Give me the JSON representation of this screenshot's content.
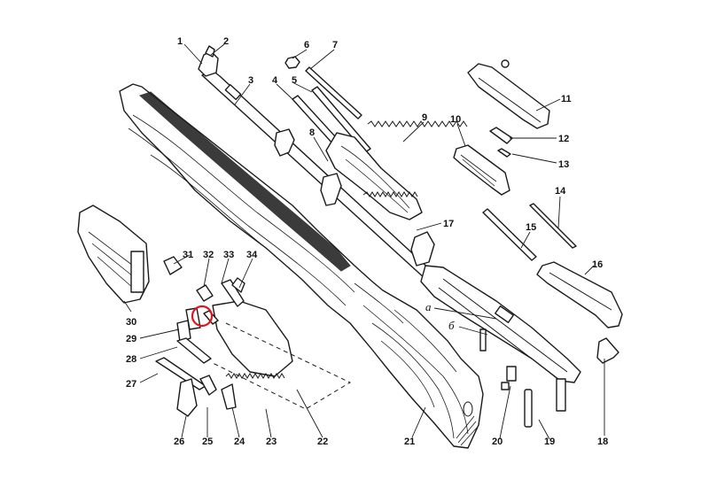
{
  "labels": [
    {
      "id": "1",
      "text": "1"
    },
    {
      "id": "2",
      "text": "2"
    },
    {
      "id": "3",
      "text": "3"
    },
    {
      "id": "4",
      "text": "4"
    },
    {
      "id": "5",
      "text": "5"
    },
    {
      "id": "6",
      "text": "6"
    },
    {
      "id": "7",
      "text": "7"
    },
    {
      "id": "8",
      "text": "8"
    },
    {
      "id": "9",
      "text": "9"
    },
    {
      "id": "10",
      "text": "10"
    },
    {
      "id": "11",
      "text": "11"
    },
    {
      "id": "12",
      "text": "12"
    },
    {
      "id": "13",
      "text": "13"
    },
    {
      "id": "14",
      "text": "14"
    },
    {
      "id": "15",
      "text": "15"
    },
    {
      "id": "16",
      "text": "16"
    },
    {
      "id": "17",
      "text": "17"
    },
    {
      "id": "18",
      "text": "18"
    },
    {
      "id": "19",
      "text": "19"
    },
    {
      "id": "20",
      "text": "20"
    },
    {
      "id": "21",
      "text": "21"
    },
    {
      "id": "22",
      "text": "22"
    },
    {
      "id": "23",
      "text": "23"
    },
    {
      "id": "24",
      "text": "24"
    },
    {
      "id": "25",
      "text": "25"
    },
    {
      "id": "26",
      "text": "26"
    },
    {
      "id": "27",
      "text": "27"
    },
    {
      "id": "28",
      "text": "28"
    },
    {
      "id": "29",
      "text": "29"
    },
    {
      "id": "30",
      "text": "30"
    },
    {
      "id": "31",
      "text": "31"
    },
    {
      "id": "32",
      "text": "32"
    },
    {
      "id": "33",
      "text": "33"
    },
    {
      "id": "34",
      "text": "34"
    }
  ],
  "letter_labels": {
    "a": "а",
    "b": "б"
  },
  "highlight_color": "#e0151b",
  "line_color": "#1a1a1a"
}
